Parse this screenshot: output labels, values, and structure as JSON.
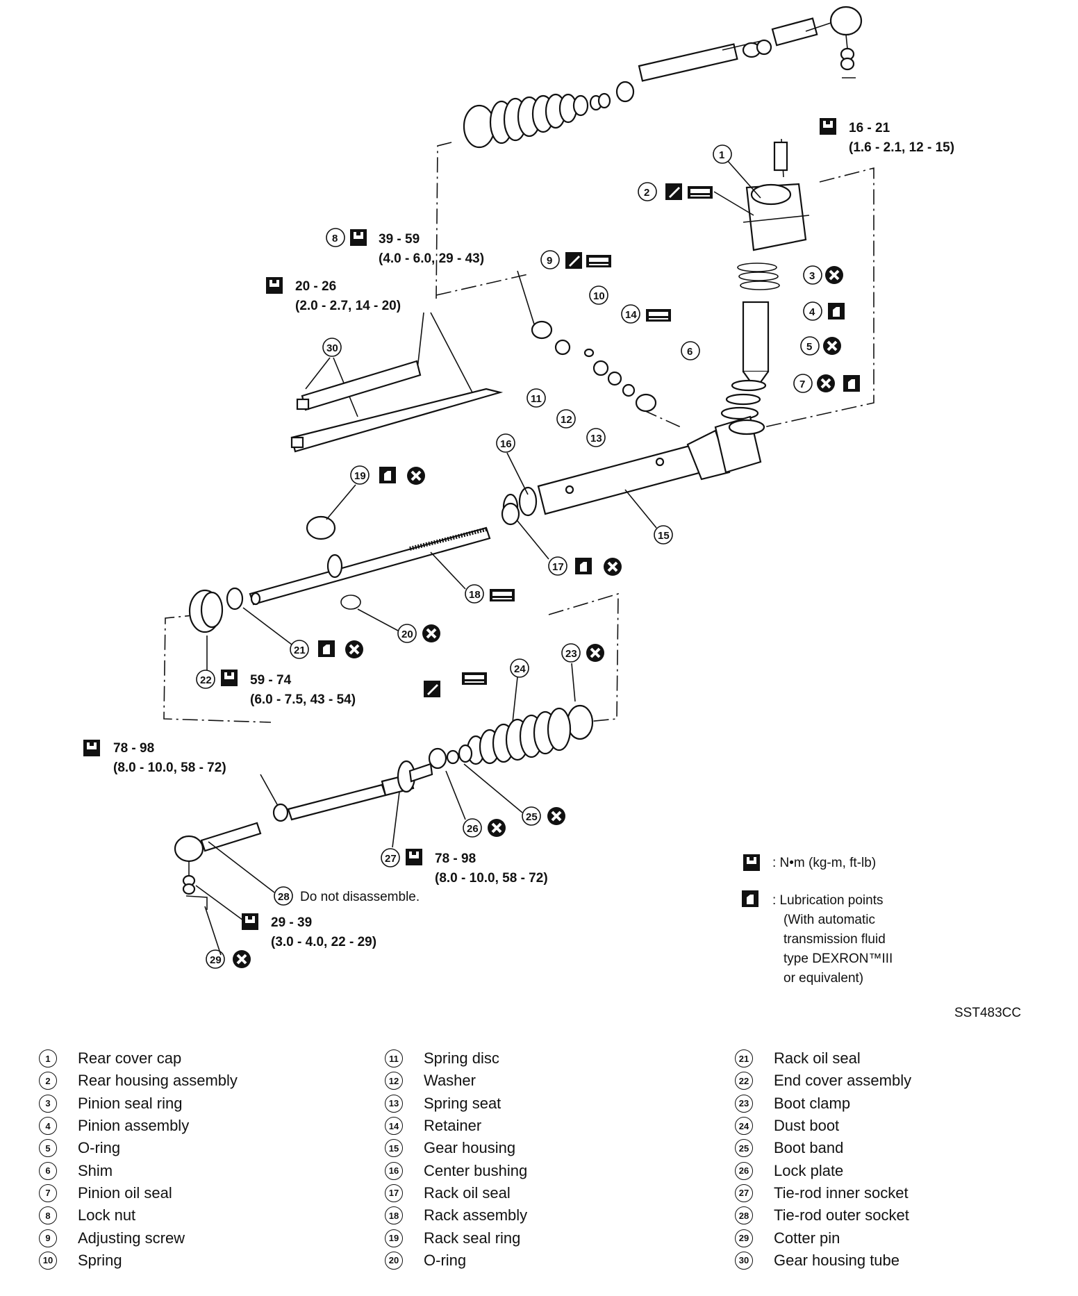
{
  "diagram_code": "SST483CC",
  "torque_specs": [
    {
      "id": "t1",
      "ref": "",
      "value": "16 - 21",
      "sub": "(1.6 - 2.1, 12 - 15)"
    },
    {
      "id": "t8",
      "ref": "8",
      "value": "39 - 59",
      "sub": "(4.0 - 6.0, 29 - 43)"
    },
    {
      "id": "t30",
      "ref": "",
      "value": "20 - 26",
      "sub": "(2.0 - 2.7, 14 - 20)"
    },
    {
      "id": "t22",
      "ref": "22",
      "value": "59 - 74",
      "sub": "(6.0 - 7.5, 43 - 54)"
    },
    {
      "id": "t28a",
      "ref": "",
      "value": "78 - 98",
      "sub": "(8.0 - 10.0, 58 - 72)"
    },
    {
      "id": "t27",
      "ref": "27",
      "value": "78 - 98",
      "sub": "(8.0 - 10.0, 58 - 72)"
    },
    {
      "id": "t29",
      "ref": "",
      "value": "29 - 39",
      "sub": "(3.0 - 4.0, 22 - 29)"
    }
  ],
  "notes": {
    "do_not_disassemble": "Do not disassemble."
  },
  "symbol_legend": {
    "torque_unit": ": N•m (kg-m, ft-lb)",
    "lubrication": [
      ": Lubrication points",
      "(With automatic",
      "transmission fluid",
      "type DEXRON™III",
      "or equivalent)"
    ]
  },
  "parts": [
    {
      "no": "1",
      "glyph": "①",
      "name": "Rear cover cap"
    },
    {
      "no": "2",
      "glyph": "②",
      "name": "Rear housing assembly"
    },
    {
      "no": "3",
      "glyph": "③",
      "name": "Pinion seal ring"
    },
    {
      "no": "4",
      "glyph": "④",
      "name": "Pinion assembly"
    },
    {
      "no": "5",
      "glyph": "⑤",
      "name": "O-ring"
    },
    {
      "no": "6",
      "glyph": "⑥",
      "name": "Shim"
    },
    {
      "no": "7",
      "glyph": "⑦",
      "name": "Pinion oil seal"
    },
    {
      "no": "8",
      "glyph": "⑧",
      "name": "Lock nut"
    },
    {
      "no": "9",
      "glyph": "⑨",
      "name": "Adjusting screw"
    },
    {
      "no": "10",
      "glyph": "⑩",
      "name": "Spring"
    },
    {
      "no": "11",
      "glyph": "⑪",
      "name": "Spring disc"
    },
    {
      "no": "12",
      "glyph": "⑫",
      "name": "Washer"
    },
    {
      "no": "13",
      "glyph": "⑬",
      "name": "Spring seat"
    },
    {
      "no": "14",
      "glyph": "⑭",
      "name": "Retainer"
    },
    {
      "no": "15",
      "glyph": "⑮",
      "name": "Gear housing"
    },
    {
      "no": "16",
      "glyph": "⑯",
      "name": "Center bushing"
    },
    {
      "no": "17",
      "glyph": "⑰",
      "name": "Rack oil seal"
    },
    {
      "no": "18",
      "glyph": "⑱",
      "name": "Rack assembly"
    },
    {
      "no": "19",
      "glyph": "⑲",
      "name": "Rack seal ring"
    },
    {
      "no": "20",
      "glyph": "⑳",
      "name": "O-ring"
    },
    {
      "no": "21",
      "glyph": "㉑",
      "name": "Rack oil seal"
    },
    {
      "no": "22",
      "glyph": "㉒",
      "name": "End cover assembly"
    },
    {
      "no": "23",
      "glyph": "㉓",
      "name": "Boot clamp"
    },
    {
      "no": "24",
      "glyph": "㉔",
      "name": "Dust boot"
    },
    {
      "no": "25",
      "glyph": "㉕",
      "name": "Boot band"
    },
    {
      "no": "26",
      "glyph": "㉖",
      "name": "Lock plate"
    },
    {
      "no": "27",
      "glyph": "㉗",
      "name": "Tie-rod inner socket"
    },
    {
      "no": "28",
      "glyph": "㉘",
      "name": "Tie-rod outer socket"
    },
    {
      "no": "29",
      "glyph": "㉙",
      "name": "Cotter pin"
    },
    {
      "no": "30",
      "glyph": "㉚",
      "name": "Gear housing tube"
    }
  ]
}
